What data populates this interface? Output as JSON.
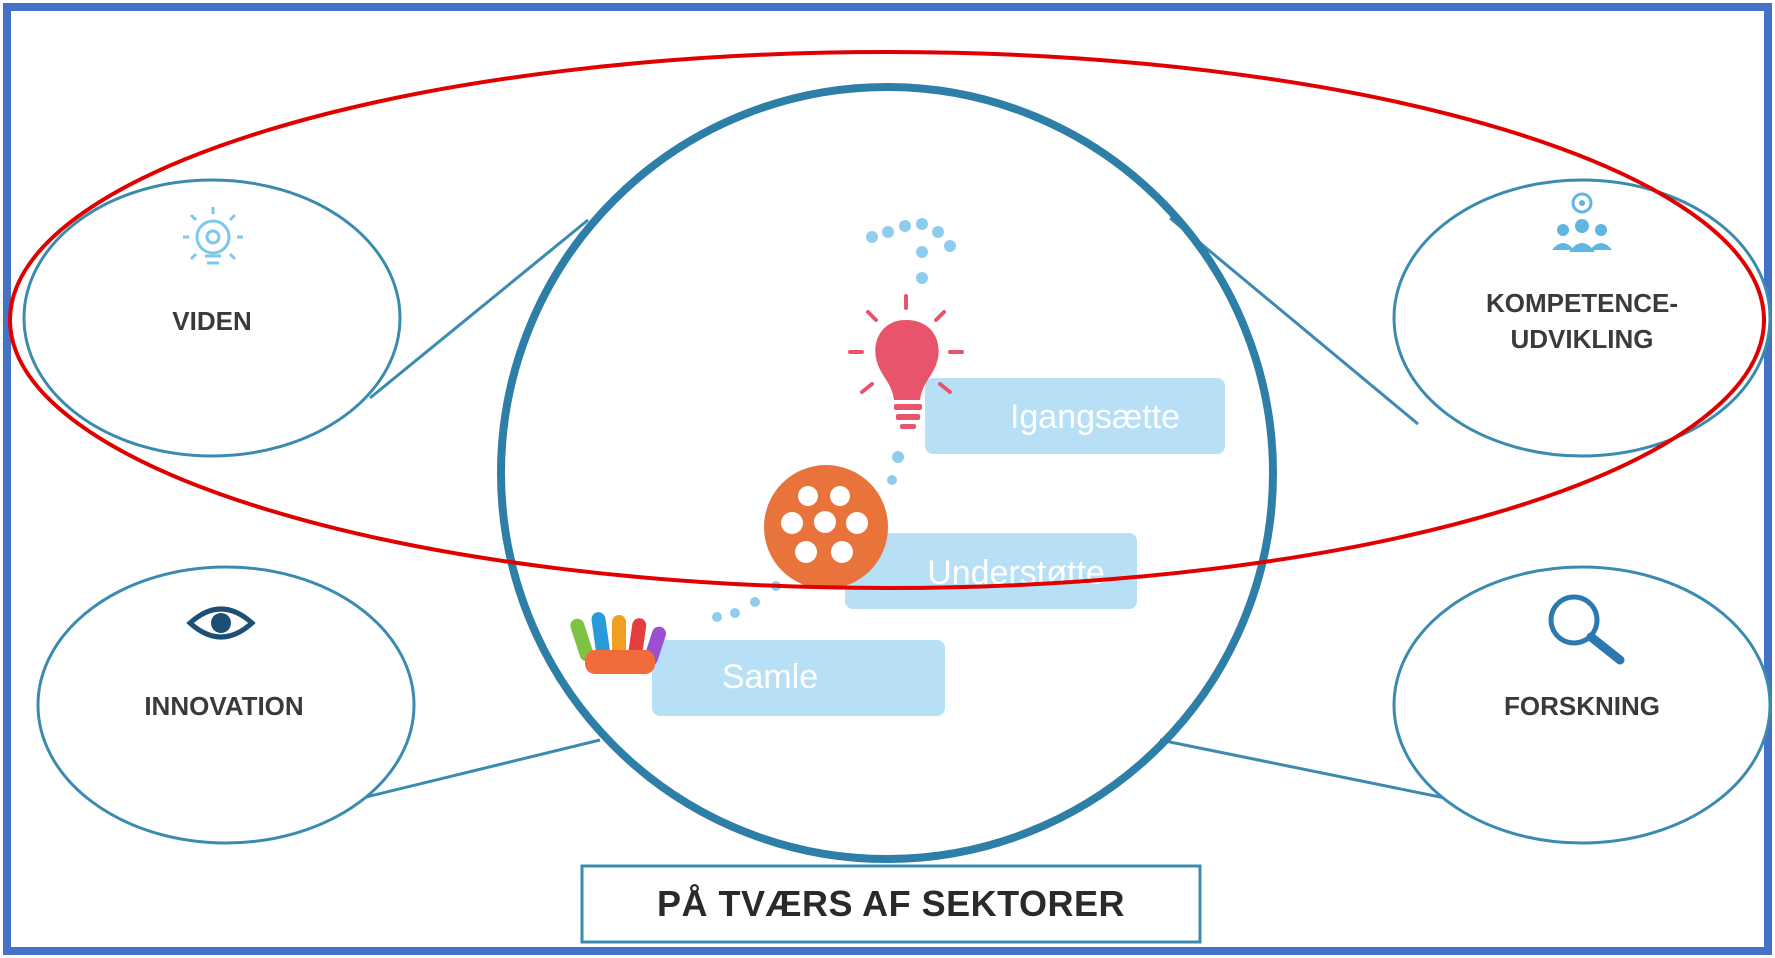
{
  "colors": {
    "frame": "#4472c4",
    "circle": "#2e7fa8",
    "node": "#3b8bb0",
    "highlight": "#e00000",
    "step_box": "#b7e0f6",
    "bulb": "#e8546b",
    "orange": "#e8743b",
    "dots": "#8fcdee"
  },
  "nodes": {
    "viden": {
      "label": "VIDEN",
      "icon": "lightbulb-icon"
    },
    "kompetence": {
      "line1": "KOMPETENCE-",
      "line2": "UDVIKLING",
      "icon": "people-network-icon"
    },
    "innovation": {
      "label": "INNOVATION",
      "icon": "eye-icon"
    },
    "forskning": {
      "label": "FORSKNING",
      "icon": "magnifier-icon"
    }
  },
  "steps": [
    {
      "label": "Igangsætte",
      "icon": "red-lightbulb-icon"
    },
    {
      "label": "Understøtte",
      "icon": "orange-crowd-icon"
    },
    {
      "label": "Samle",
      "icon": "colorful-hands-icon"
    }
  ],
  "footer": {
    "label": "PÅ TVÆRS AF SEKTORER"
  }
}
